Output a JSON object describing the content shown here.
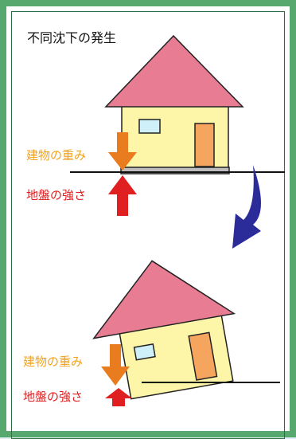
{
  "diagram": {
    "title": "不同沈下の発生",
    "scene_before": {
      "weight_label": "建物の重み",
      "strength_label": "地盤の強さ"
    },
    "scene_after": {
      "weight_label": "建物の重み",
      "strength_label": "地盤の強さ"
    }
  },
  "colors": {
    "frame_border": "#57a86e",
    "roof": "#e87c93",
    "house_body": "#fdf6a9",
    "window": "#cfeff9",
    "door": "#f5a55e",
    "foundation": "#bdbdbd",
    "weight_arrow": "#e87c1e",
    "strength_arrow": "#e02020",
    "transition_arrow": "#2c2b9a",
    "weight_text": "#f2a21a",
    "strength_text": "#e02020"
  }
}
